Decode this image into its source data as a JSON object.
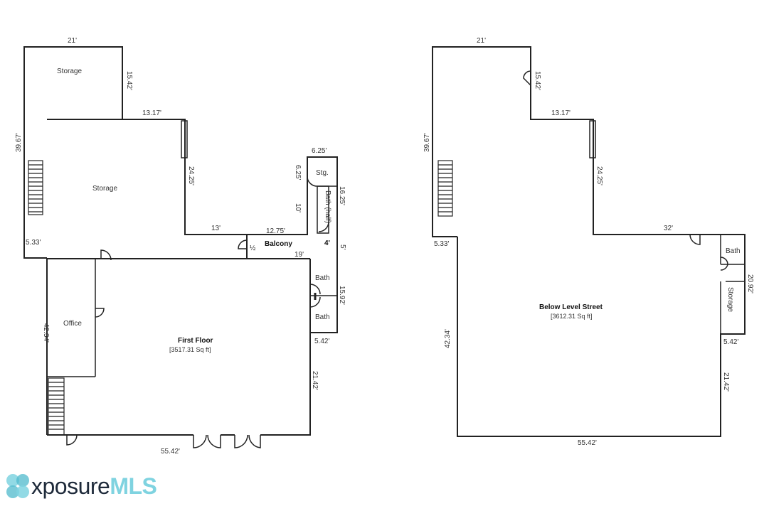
{
  "plans": {
    "first": {
      "title": "First Floor",
      "area": "[3517.31 Sq ft]",
      "rooms": {
        "storage_top": "Storage",
        "storage_main": "Storage",
        "office": "Office",
        "storage_small": "Stg.",
        "bath_half": "Bath (half)",
        "balcony": "Balcony",
        "bath_upper": "Bath",
        "bath_lower": "Bath",
        "half_marker": "½"
      },
      "dims": {
        "top_width": "21'",
        "storage_depth": "15.42'",
        "left_height": "39.67'",
        "step_width": "13.17'",
        "inner_height": "24.25'",
        "mid_13": "13'",
        "mid_12": "12.75'",
        "stg_width": "6.25'",
        "stg_height": "6.25'",
        "stg_10": "10'",
        "bath_height": "16.25'",
        "balcony_4": "4'",
        "balcony_5": "5'",
        "balcony_19": "19'",
        "left_step": "5.33'",
        "lower_left": "42.34'",
        "bath_stack": "15.92'",
        "right_step": "5.42'",
        "right_lower": "21.42'",
        "bottom_width": "55.42'"
      }
    },
    "below": {
      "title": "Below Level Street",
      "area": "[3612.31 Sq ft]",
      "rooms": {
        "bath": "Bath",
        "storage": "Storage"
      },
      "dims": {
        "top_width": "21'",
        "storage_depth": "15.42'",
        "left_height": "39.67'",
        "step_width": "13.17'",
        "inner_height": "24.25'",
        "mid_32": "32'",
        "left_step": "5.33'",
        "right_height": "20.92'",
        "right_step": "5.42'",
        "lower_left": "42.34'",
        "right_lower": "21.42'",
        "bottom_width": "55.42'"
      }
    }
  },
  "logo": {
    "part1": "xposure",
    "part2": "MLS"
  },
  "colors": {
    "line": "#222222",
    "logo_dark": "#1e2a3a",
    "logo_accent": "#7fd3e0"
  }
}
